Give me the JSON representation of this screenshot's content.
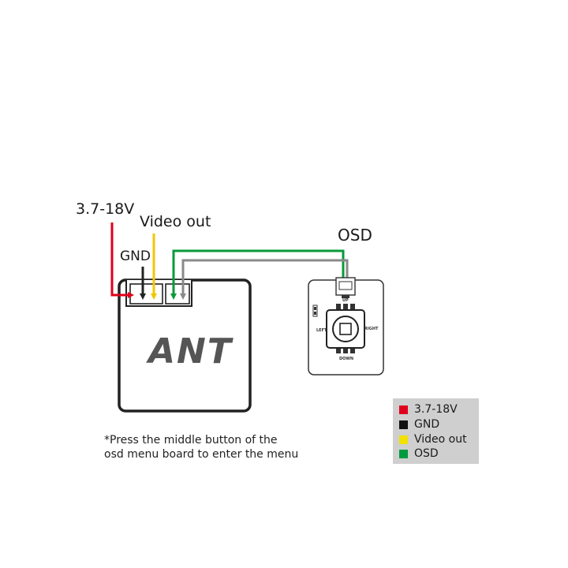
{
  "labels": {
    "power": "3.7-18V",
    "video_out": "Video out",
    "gnd": "GND",
    "osd": "OSD",
    "ant_logo": "ANT",
    "up": "UP",
    "left": "LEFT",
    "right": "RIGHT",
    "down": "DOWN"
  },
  "note": {
    "line1": "*Press the middle button of the",
    "line2": "osd menu board to enter the menu"
  },
  "legend": [
    {
      "label": "3.7-18V",
      "color": "#e0001b"
    },
    {
      "label": "GND",
      "color": "#111111"
    },
    {
      "label": "Video out",
      "color": "#f2e100"
    },
    {
      "label": "OSD",
      "color": "#009a3e"
    }
  ],
  "colors": {
    "power_wire": "#e0001b",
    "gnd_wire": "#222222",
    "video_wire": "#f2c700",
    "osd_wire_green": "#0a9a3a",
    "osd_wire_gray": "#8a8a8a",
    "outline": "#222222"
  }
}
